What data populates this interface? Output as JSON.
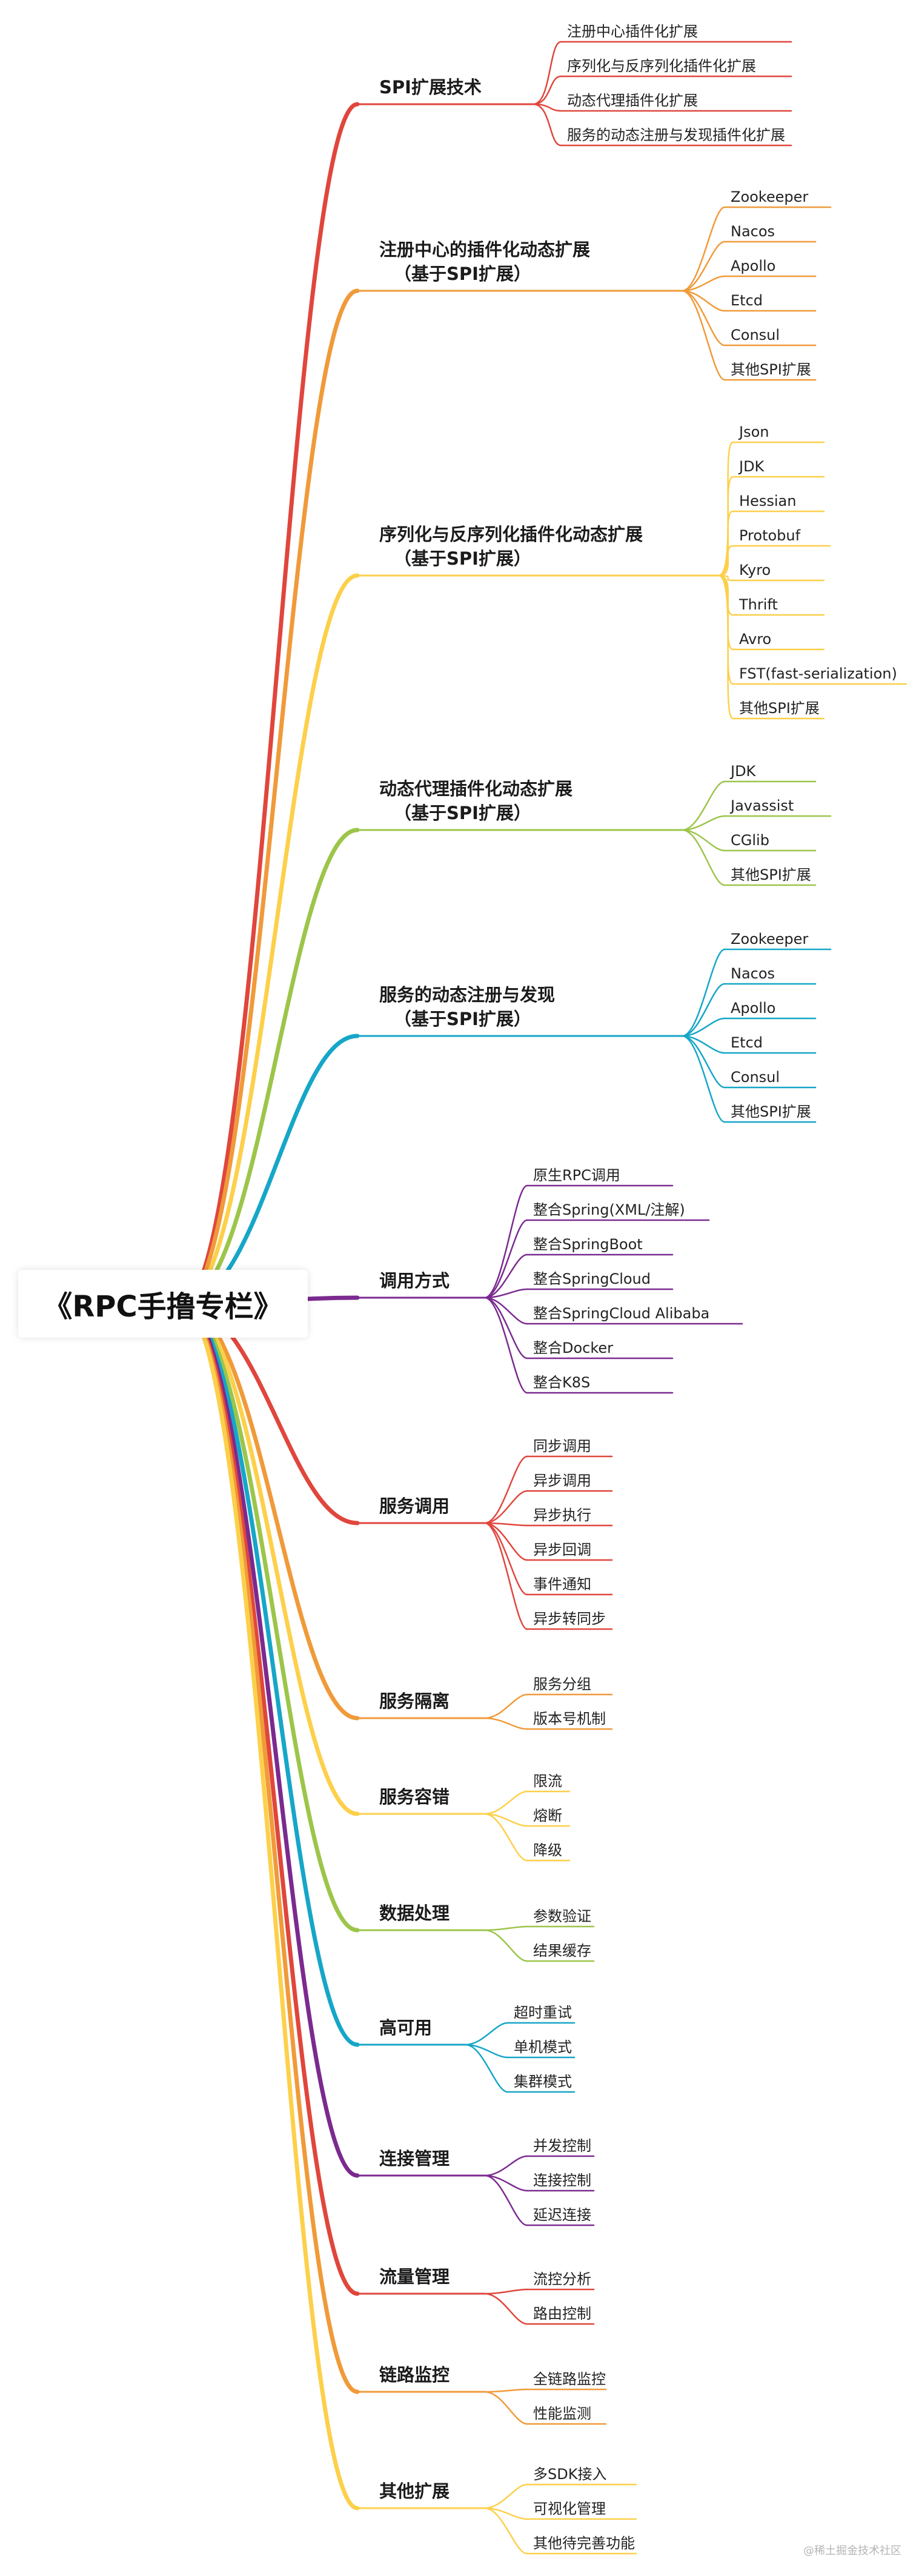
{
  "root": {
    "title": "《RPC手撸专栏》"
  },
  "watermark": "@稀土掘金技术社区",
  "colors": {
    "red": "#e0463c",
    "orange": "#f09a3a",
    "yellow": "#fdd04b",
    "green": "#9cc54a",
    "teal": "#16a6c8",
    "purple": "#7b2a8f"
  },
  "branches": [
    {
      "lines": [
        "SPI扩展技术"
      ],
      "color": "red",
      "children": [
        "注册中心插件化扩展",
        "序列化与反序列化插件化扩展",
        "动态代理插件化扩展",
        "服务的动态注册与发现插件化扩展"
      ]
    },
    {
      "lines": [
        "注册中心的插件化动态扩展",
        "（基于SPI扩展）"
      ],
      "color": "orange",
      "children": [
        "Zookeeper",
        "Nacos",
        "Apollo",
        "Etcd",
        "Consul",
        "其他SPI扩展"
      ]
    },
    {
      "lines": [
        "序列化与反序列化插件化动态扩展",
        "（基于SPI扩展）"
      ],
      "color": "yellow",
      "children": [
        "Json",
        "JDK",
        "Hessian",
        "Protobuf",
        "Kyro",
        "Thrift",
        "Avro",
        "FST(fast-serialization)",
        "其他SPI扩展"
      ]
    },
    {
      "lines": [
        "动态代理插件化动态扩展",
        "（基于SPI扩展）"
      ],
      "color": "green",
      "children": [
        "JDK",
        "Javassist",
        "CGlib",
        "其他SPI扩展"
      ]
    },
    {
      "lines": [
        "服务的动态注册与发现",
        "（基于SPI扩展）"
      ],
      "color": "teal",
      "children": [
        "Zookeeper",
        "Nacos",
        "Apollo",
        "Etcd",
        "Consul",
        "其他SPI扩展"
      ]
    },
    {
      "lines": [
        "调用方式"
      ],
      "color": "purple",
      "children": [
        "原生RPC调用",
        "整合Spring(XML/注解)",
        "整合SpringBoot",
        "整合SpringCloud",
        "整合SpringCloud Alibaba",
        "整合Docker",
        "整合K8S"
      ]
    },
    {
      "lines": [
        "服务调用"
      ],
      "color": "red",
      "children": [
        "同步调用",
        "异步调用",
        "异步执行",
        "异步回调",
        "事件通知",
        "异步转同步"
      ]
    },
    {
      "lines": [
        "服务隔离"
      ],
      "color": "orange",
      "children": [
        "服务分组",
        "版本号机制"
      ]
    },
    {
      "lines": [
        "服务容错"
      ],
      "color": "yellow",
      "children": [
        "限流",
        "熔断",
        "降级"
      ]
    },
    {
      "lines": [
        "数据处理"
      ],
      "color": "green",
      "children": [
        "参数验证",
        "结果缓存"
      ]
    },
    {
      "lines": [
        "高可用"
      ],
      "color": "teal",
      "children": [
        "超时重试",
        "单机模式",
        "集群模式"
      ]
    },
    {
      "lines": [
        "连接管理"
      ],
      "color": "purple",
      "children": [
        "并发控制",
        "连接控制",
        "延迟连接"
      ]
    },
    {
      "lines": [
        "流量管理"
      ],
      "color": "red",
      "children": [
        "流控分析",
        "路由控制"
      ]
    },
    {
      "lines": [
        "链路监控"
      ],
      "color": "orange",
      "children": [
        "全链路监控",
        "性能监测"
      ]
    },
    {
      "lines": [
        "其他扩展"
      ],
      "color": "yellow",
      "children": [
        "多SDK接入",
        "可视化管理",
        "其他待完善功能"
      ]
    }
  ]
}
